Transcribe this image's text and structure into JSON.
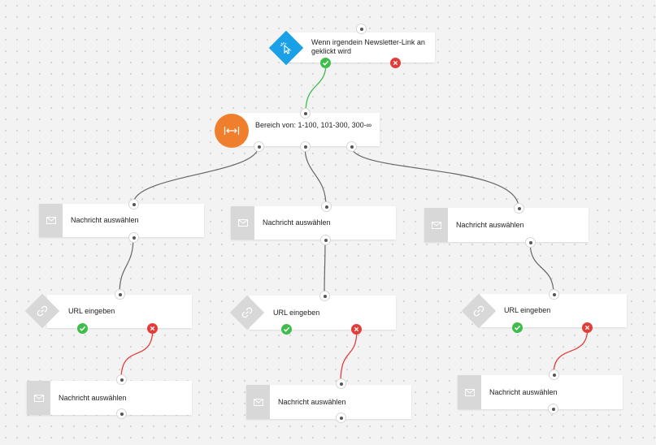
{
  "trigger": {
    "label": "Wenn irgendein Newsletter-Link an geklickt wird",
    "icon": "cursor-click-icon",
    "color": "#1aa0e6"
  },
  "split": {
    "label": "Bereich von: 1-100, 101-300, 300-∞",
    "icon": "range-arrows-icon",
    "color": "#f07f2d"
  },
  "messages": {
    "row1": [
      "Nachricht auswählen",
      "Nachricht auswählen",
      "Nachricht auswählen"
    ],
    "row3": [
      "Nachricht auswählen",
      "Nachricht auswählen",
      "Nachricht auswählen"
    ],
    "icon": "envelope-icon"
  },
  "conditions": {
    "labels": [
      "URL eingeben",
      "URL eingeben",
      "URL eingeben"
    ],
    "icon": "link-icon"
  },
  "colors": {
    "yes": "#3fbd4c",
    "no": "#e33d3a",
    "wire": "#666666",
    "icon_bg": "#d8d8d8"
  }
}
